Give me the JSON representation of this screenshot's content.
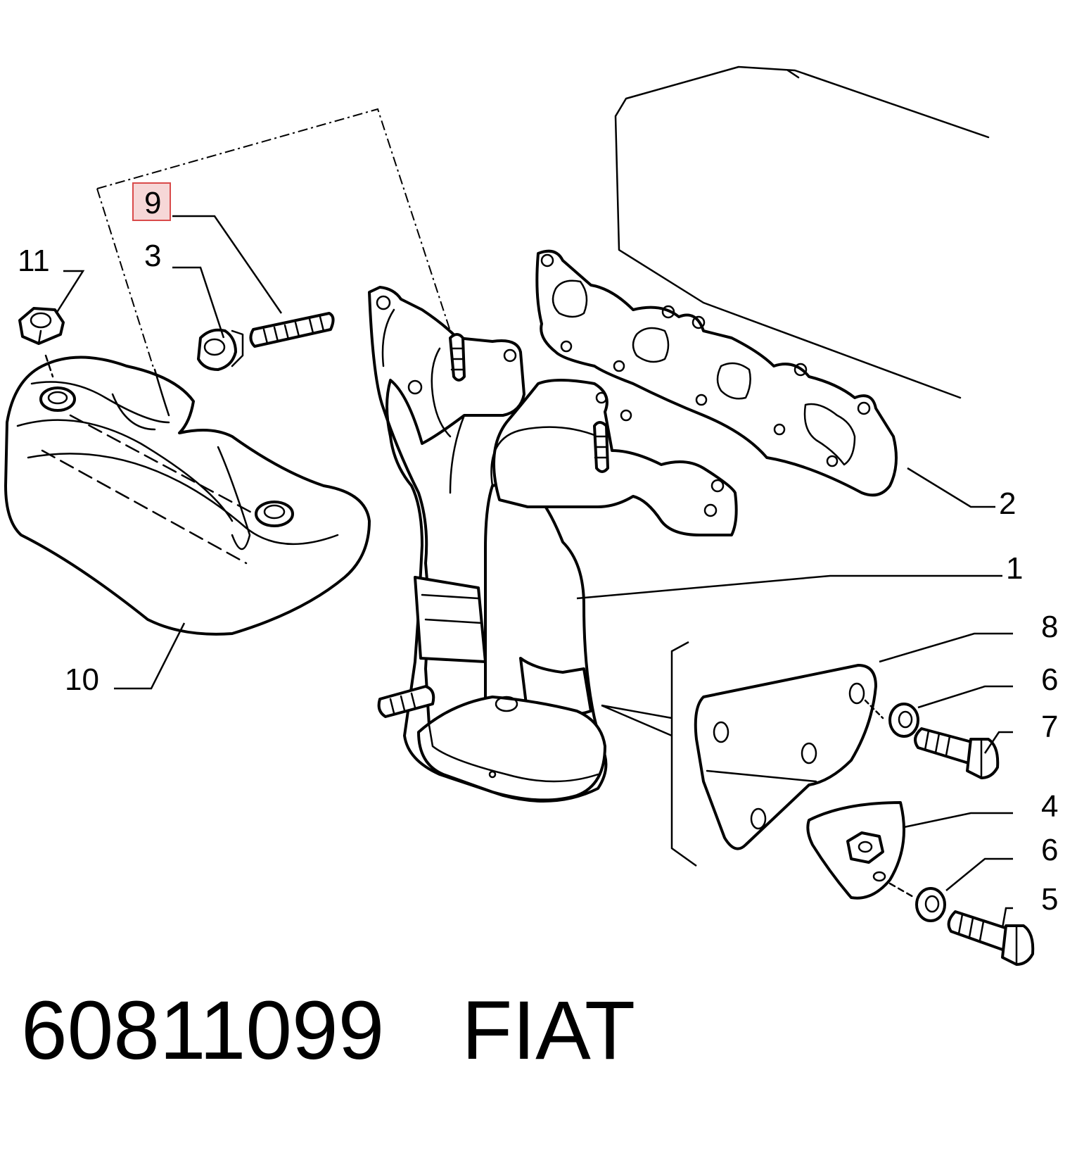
{
  "callouts": {
    "c1": "1",
    "c2": "2",
    "c3": "3",
    "c4": "4",
    "c5": "5",
    "c6a": "6",
    "c6b": "6",
    "c7": "7",
    "c8": "8",
    "c9": "9",
    "c10": "10",
    "c11": "11"
  },
  "highlighted_callout": "9",
  "footer": {
    "part_number": "60811099",
    "brand": "FIAT"
  },
  "colors": {
    "highlight_fill": "#f6d7d7",
    "highlight_border": "#d94a4a",
    "line": "#000000"
  }
}
